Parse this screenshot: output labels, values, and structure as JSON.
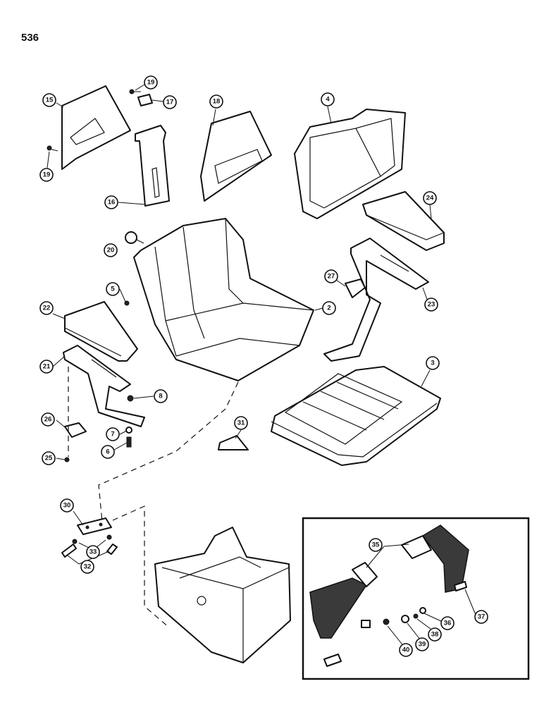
{
  "page": {
    "number": "536"
  },
  "callouts": {
    "c15": "15",
    "c19a": "19",
    "c17": "17",
    "c19b": "19",
    "c16": "16",
    "c18": "18",
    "c4": "4",
    "c24": "24",
    "c20": "20",
    "c5": "5",
    "c2": "2",
    "c27": "27",
    "c23": "23",
    "c22": "22",
    "c21": "21",
    "c8": "8",
    "c3": "3",
    "c26": "26",
    "c7": "7",
    "c6": "6",
    "c25": "25",
    "c31": "31",
    "c30": "30",
    "c33": "33",
    "c32": "32",
    "c35": "35",
    "c37": "37",
    "c36": "36",
    "c38": "38",
    "c39": "39",
    "c40": "40"
  }
}
